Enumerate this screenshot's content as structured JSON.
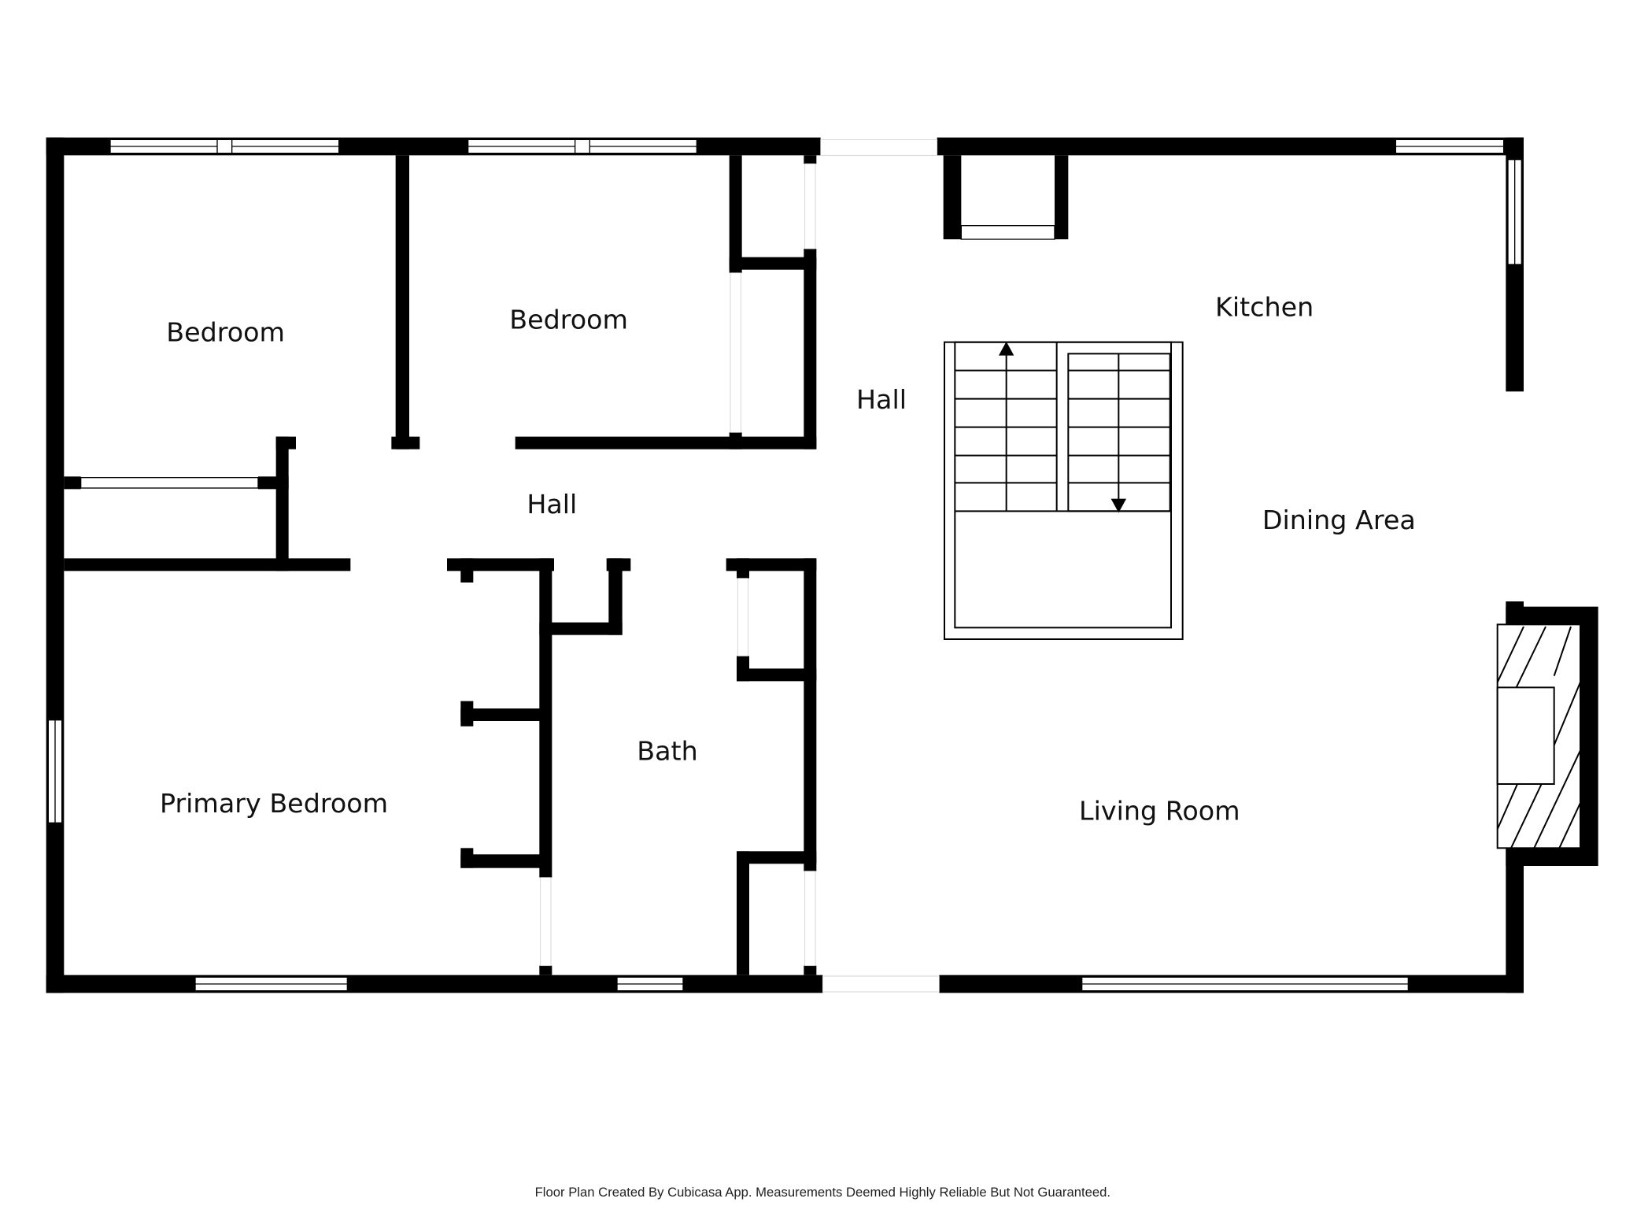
{
  "rooms": {
    "bedroom_1": "Bedroom",
    "bedroom_2": "Bedroom",
    "hall_upper": "Hall",
    "kitchen": "Kitchen",
    "hall_lower": "Hall",
    "dining_area": "Dining Area",
    "bath": "Bath",
    "primary_bedroom": "Primary Bedroom",
    "living_room": "Living Room"
  },
  "footer": "Floor Plan Created By Cubicasa App. Measurements Deemed Highly Reliable But Not Guaranteed.",
  "colors": {
    "wall": "#000000",
    "background": "#ffffff"
  }
}
